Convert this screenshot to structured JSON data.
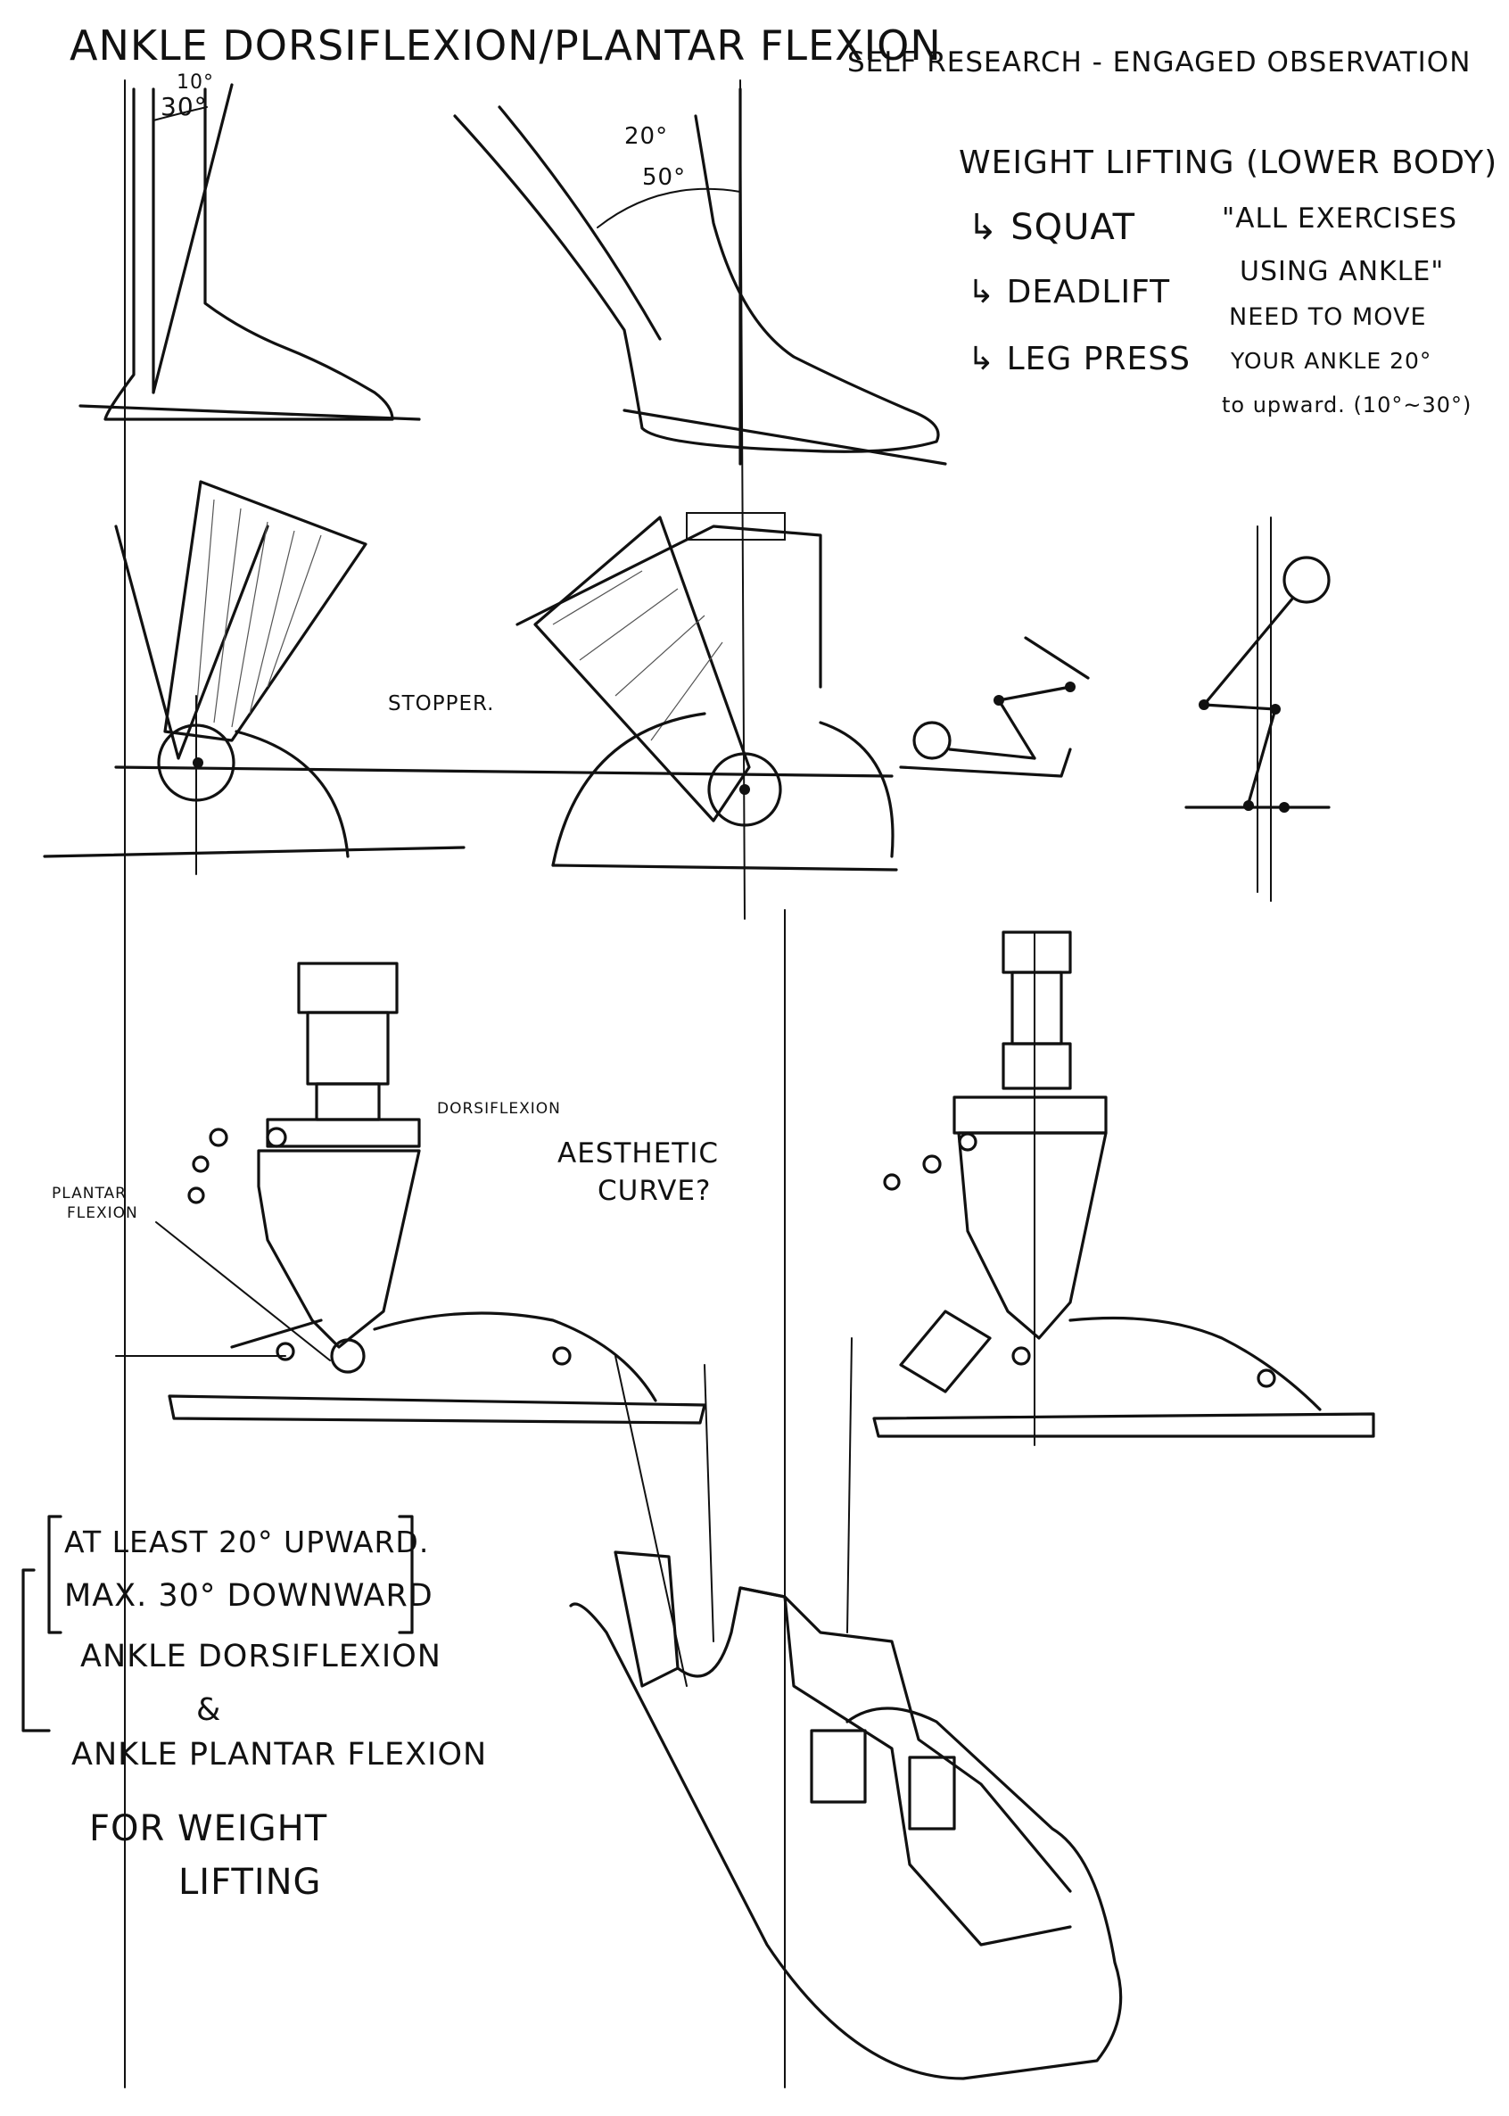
{
  "title": "ANKLE DORSIFLEXION/PLANTAR FLEXION",
  "subtitle": "SELF RESEARCH - ENGAGED OBSERVATION",
  "angles": {
    "dorsi_10": "10°",
    "dorsi_30": "30°",
    "plantar_20": "20°",
    "plantar_50": "50°"
  },
  "exercises": {
    "heading": "WEIGHT LIFTING (LOWER BODY)",
    "items": [
      "SQUAT",
      "DEADLIFT",
      "LEG PRESS"
    ],
    "quote_line1": "\"ALL EXERCISES",
    "quote_line2": "USING ANKLE\"",
    "note_line1": "NEED TO MOVE",
    "note_line2": "YOUR ANKLE 20°",
    "note_line3": "to upward. (10°~30°)"
  },
  "labels": {
    "stopper": "STOPPER.",
    "dorsiflexion": "DORSIFLEXION",
    "plantar_flexion_1": "PLANTAR",
    "plantar_flexion_2": "FLEXION",
    "aesthetic_1": "AESTHETIC",
    "aesthetic_2": "CURVE?"
  },
  "summary": {
    "line1": "AT LEAST 20° UPWARD.",
    "line2": "MAX. 30° DOWNWARD",
    "line3": "ANKLE DORSIFLEXION",
    "line4": "&",
    "line5": "ANKLE PLANTAR FLEXION",
    "line6": "FOR WEIGHT",
    "line7": "LIFTING"
  }
}
